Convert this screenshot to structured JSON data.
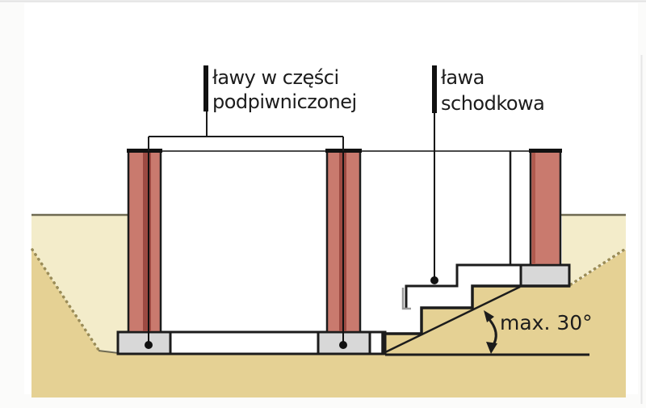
{
  "diagram": {
    "description": "cross-section of building foundations",
    "labels": {
      "basement_footings": {
        "line1": "ławy w części",
        "line2": "podpiwniczonej"
      },
      "stepped_footing": {
        "line1": "ława",
        "line2": "schodkowa"
      },
      "max_angle": "max. 30°"
    },
    "colors": {
      "ground_dark_tan": "#e5d194",
      "ground_light_tan": "#f3ecca",
      "wall_pink": "#c97a6e",
      "wall_stripe_dark_red": "#9c4a42",
      "footing_gray": "#d8d8d8",
      "line_black": "#1c1c1c",
      "ground_line_olive": "#6f6a52",
      "slope_dots_olive": "#9a8c58",
      "background_white": "#ffffff"
    }
  }
}
